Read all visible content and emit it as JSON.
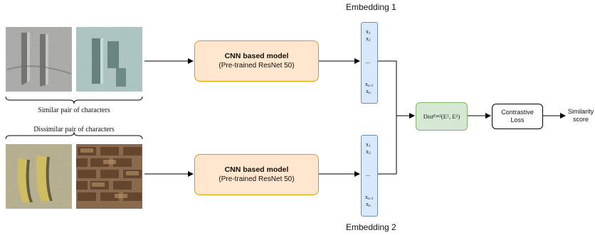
{
  "images": {
    "similar_left": "stone-carving-character-grey",
    "similar_right": "stone-carving-character-teal",
    "dissimilar_left": "stone-carving-character-yellow",
    "dissimilar_right": "brick-texture-character-brown"
  },
  "captions": {
    "similar": "Similar pair of characters",
    "dissimilar": "Dissimilar pair of characters"
  },
  "models": [
    {
      "title": "CNN based model",
      "subtitle": "(Pre-trained ResNet 50)"
    },
    {
      "title": "CNN based model",
      "subtitle": "(Pre-trained ResNet 50)"
    }
  ],
  "embeddings": [
    {
      "label": "Embedding 1"
    },
    {
      "label": "Embedding 2"
    }
  ],
  "vector": {
    "x1_base": "x",
    "x1_sub": "1",
    "x2_base": "x",
    "x2_sub": "2",
    "dots": "...",
    "xn1_base": "x",
    "xn1_sub": "n-1",
    "xn_base": "x",
    "xn_sub": "n"
  },
  "distance": {
    "base": "Dist",
    "sub": "Eucl",
    "arg1": "E",
    "arg1_sub": "1",
    "sep": ", ",
    "arg2": "E",
    "arg2_sub": "2"
  },
  "loss": {
    "line1": "Contrastive",
    "line2": "Loss"
  },
  "output": {
    "line1": "Similarity",
    "line2": "score"
  },
  "colors": {
    "model_fill": "#ffe6cc",
    "model_stroke": "#d79b00",
    "vector_fill": "#dae8fc",
    "vector_stroke": "#6c8ebf",
    "dist_fill": "#d5e8d4",
    "dist_stroke": "#82b366"
  }
}
